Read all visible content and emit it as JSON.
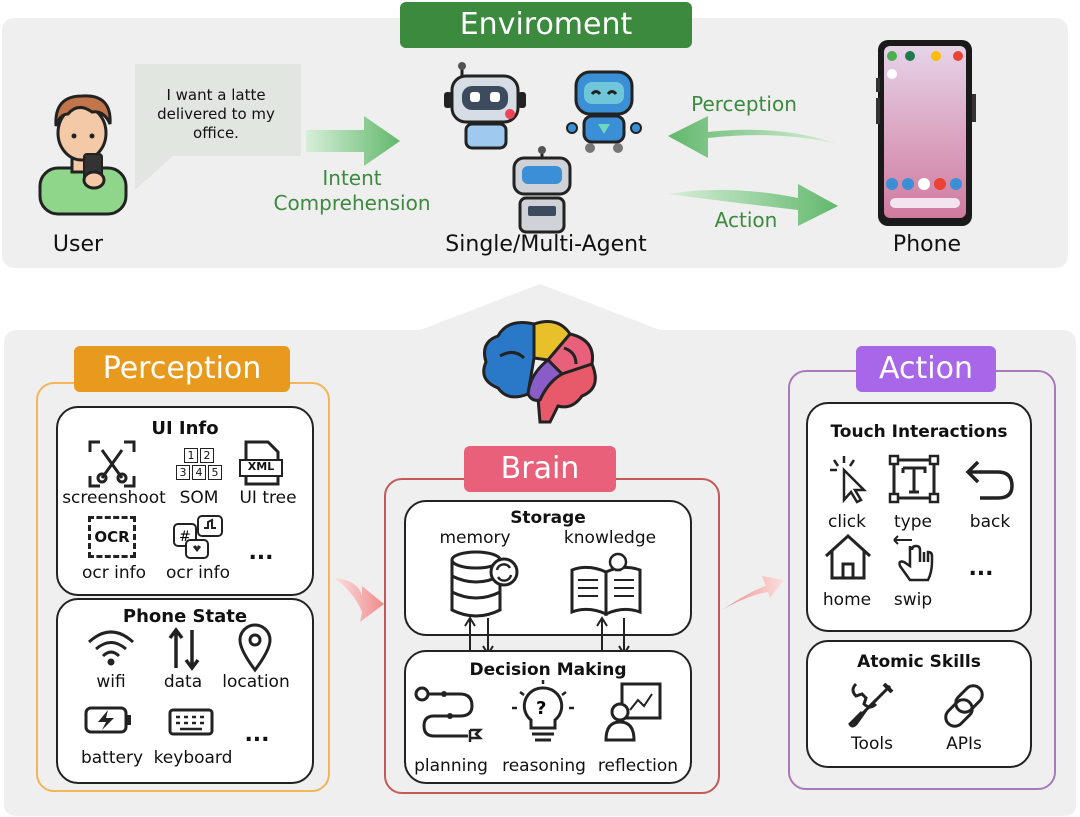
{
  "top": {
    "banner": "Enviroment",
    "user_label": "User",
    "speech": "I want a latte delivered to my office.",
    "intent_label": "Intent Comprehension",
    "agent_label": "Single/Multi-Agent",
    "perception_arrow": "Perception",
    "action_arrow": "Action",
    "phone_label": "Phone"
  },
  "perception": {
    "banner": "Perception",
    "ui_info": {
      "title": "UI Info",
      "items": [
        "screenshoot",
        "SOM",
        "UI tree",
        "ocr info",
        "ocr info"
      ],
      "more": "...",
      "ocr_icon_text": "OCR",
      "xml_icon_text": "XML",
      "som_digits": [
        "1",
        "2",
        "3",
        "4",
        "5"
      ]
    },
    "phone_state": {
      "title": "Phone State",
      "items": [
        "wifi",
        "data",
        "location",
        "battery",
        "keyboard"
      ],
      "more": "..."
    }
  },
  "brain": {
    "banner": "Brain",
    "storage": {
      "title": "Storage",
      "items": [
        "memory",
        "knowledge"
      ]
    },
    "decision": {
      "title": "Decision Making",
      "items": [
        "planning",
        "reasoning",
        "reflection"
      ]
    }
  },
  "action": {
    "banner": "Action",
    "touch": {
      "title": "Touch Interactions",
      "items": [
        "click",
        "type",
        "back",
        "home",
        "swip"
      ],
      "more": "..."
    },
    "atomic": {
      "title": "Atomic Skills",
      "items": [
        "Tools",
        "APIs"
      ]
    }
  },
  "colors": {
    "env_green": "#3b8a3e",
    "perception_orange": "#e89a1e",
    "brain_red": "#e8607a",
    "action_purple": "#a866e8",
    "arrow_green": "#8ccf95",
    "arrow_pink": "#f29a9a"
  }
}
